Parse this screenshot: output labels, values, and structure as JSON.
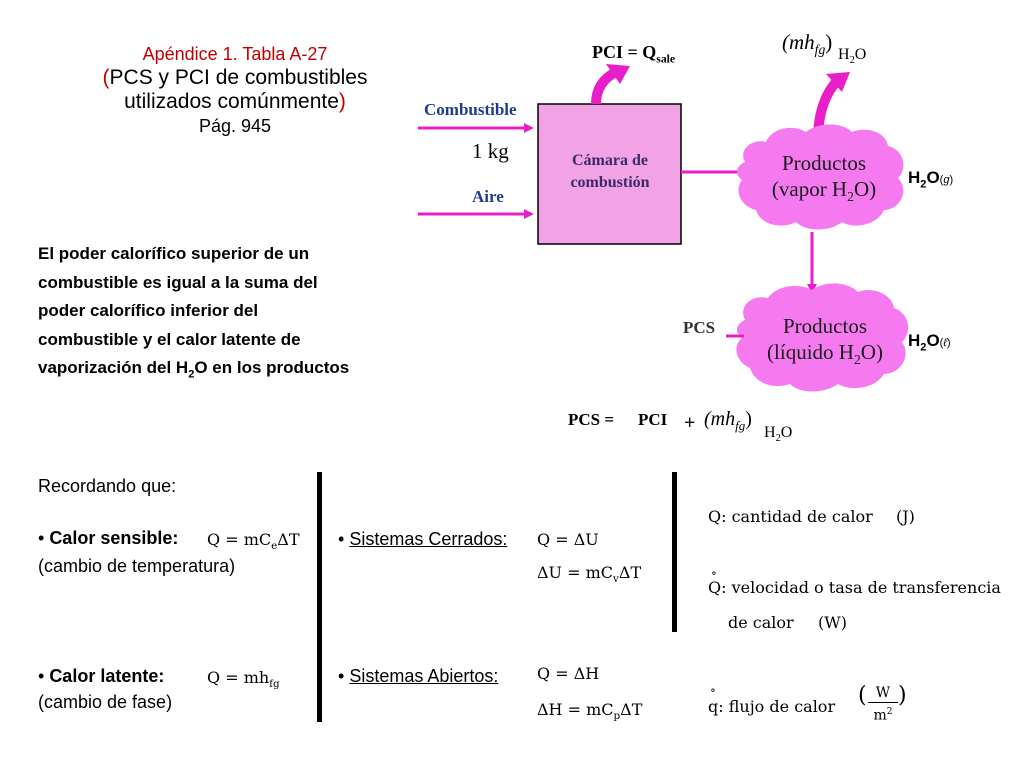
{
  "title": {
    "line1": "Apéndice 1. Tabla A-27",
    "line2": "PCS y PCI de combustibles",
    "line3": "utilizados comúnmente",
    "line4": "Pág. 945"
  },
  "paragraph": {
    "line1": "El poder calorífico superior de un",
    "line2": "combustible es igual a la suma del",
    "line3": "poder calorífico inferior del",
    "line4": "combustible y el calor latente de",
    "line5_pre": "vaporización del H",
    "line5_sub": "2",
    "line5_post": "O en los productos"
  },
  "diagram": {
    "combustible": "Combustible",
    "kg": "1 kg",
    "aire": "Aire",
    "chamber_line1": "Cámara de",
    "chamber_line2": "combustión",
    "pci_qsale": "PCI = Q",
    "pci_qsale_sub": "sale",
    "mhfg_top": "(mh",
    "mhfg_sub": "fg",
    "mhfg_close": ")",
    "h2o": "H2O",
    "cloud1_line1": "Productos",
    "cloud1_line2": "(vapor H2O)",
    "cloud2_line1": "Productos",
    "cloud2_line2": "(líquido H2O)",
    "h2o_g": "H2O(g)",
    "h2o_l": "H2O(ℓ)",
    "pcs": "PCS",
    "eq_pcs": "PCS =",
    "eq_pci": "PCI",
    "eq_plus": "+"
  },
  "recall": {
    "heading": "Recordando que:",
    "sensible_label": "Calor sensible:",
    "sensible_desc": "(cambio de temperatura)",
    "sensible_eq": "Q = mCeΔT",
    "latent_label": "Calor latente:",
    "latent_desc": "(cambio de fase)",
    "latent_eq": "Q = mhfg"
  },
  "systems": {
    "closed_label": "Sistemas Cerrados:",
    "closed_eq1": "Q = ΔU",
    "closed_eq2": "ΔU = mCvΔT",
    "open_label": "Sistemas Abiertos:",
    "open_eq1": "Q = ΔH",
    "open_eq2": "ΔH = mCpΔT"
  },
  "definitions": {
    "q_desc": "cantidad de calor",
    "q_unit": "(J)",
    "qdot_desc": "velocidad o tasa de transferencia",
    "qdot_desc2": "de calor",
    "qdot_unit": "(W)",
    "qflux_desc": "flujo de calor",
    "qflux_num": "W",
    "qflux_den": "m2"
  },
  "colors": {
    "arrow": "#e81fc8",
    "chamber_fill": "#f2a3e6",
    "cloud_fill": "#f57af0",
    "label_blue": "#1f3d8a",
    "title_red": "#c00000"
  }
}
